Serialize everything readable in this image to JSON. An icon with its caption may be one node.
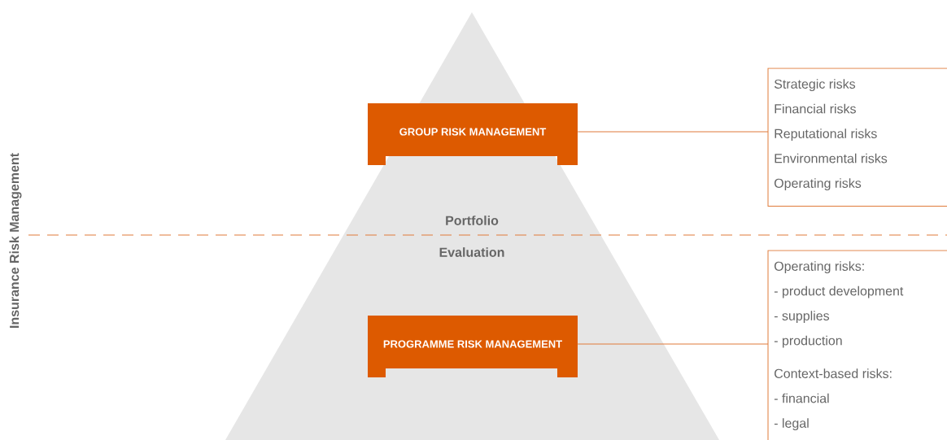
{
  "diagram": {
    "nodes": [
      {
        "text": [
          "GROUP RISK MANAGEMENT"
        ]
      },
      {
        "text": [
          "Strategic risks",
          "Financial risks",
          "Reputational risks",
          "Environmental risks",
          "Operating risks"
        ]
      },
      {
        "text": [
          "PROGRAMME RISK MANAGEMENT"
        ]
      },
      {
        "text": [
          "Operating risks:",
          "- product development",
          "- supplies",
          "- production",
          "Context-based risks:",
          "- financial",
          "- legal"
        ]
      }
    ],
    "edges": [
      {
        "from": 0,
        "to": 1,
        "arrow": "none"
      },
      {
        "from": 2,
        "to": 3,
        "arrow": "none"
      }
    ],
    "labels": [
      "Insurance Risk Management",
      "Portfolio",
      "Evaluation"
    ]
  }
}
